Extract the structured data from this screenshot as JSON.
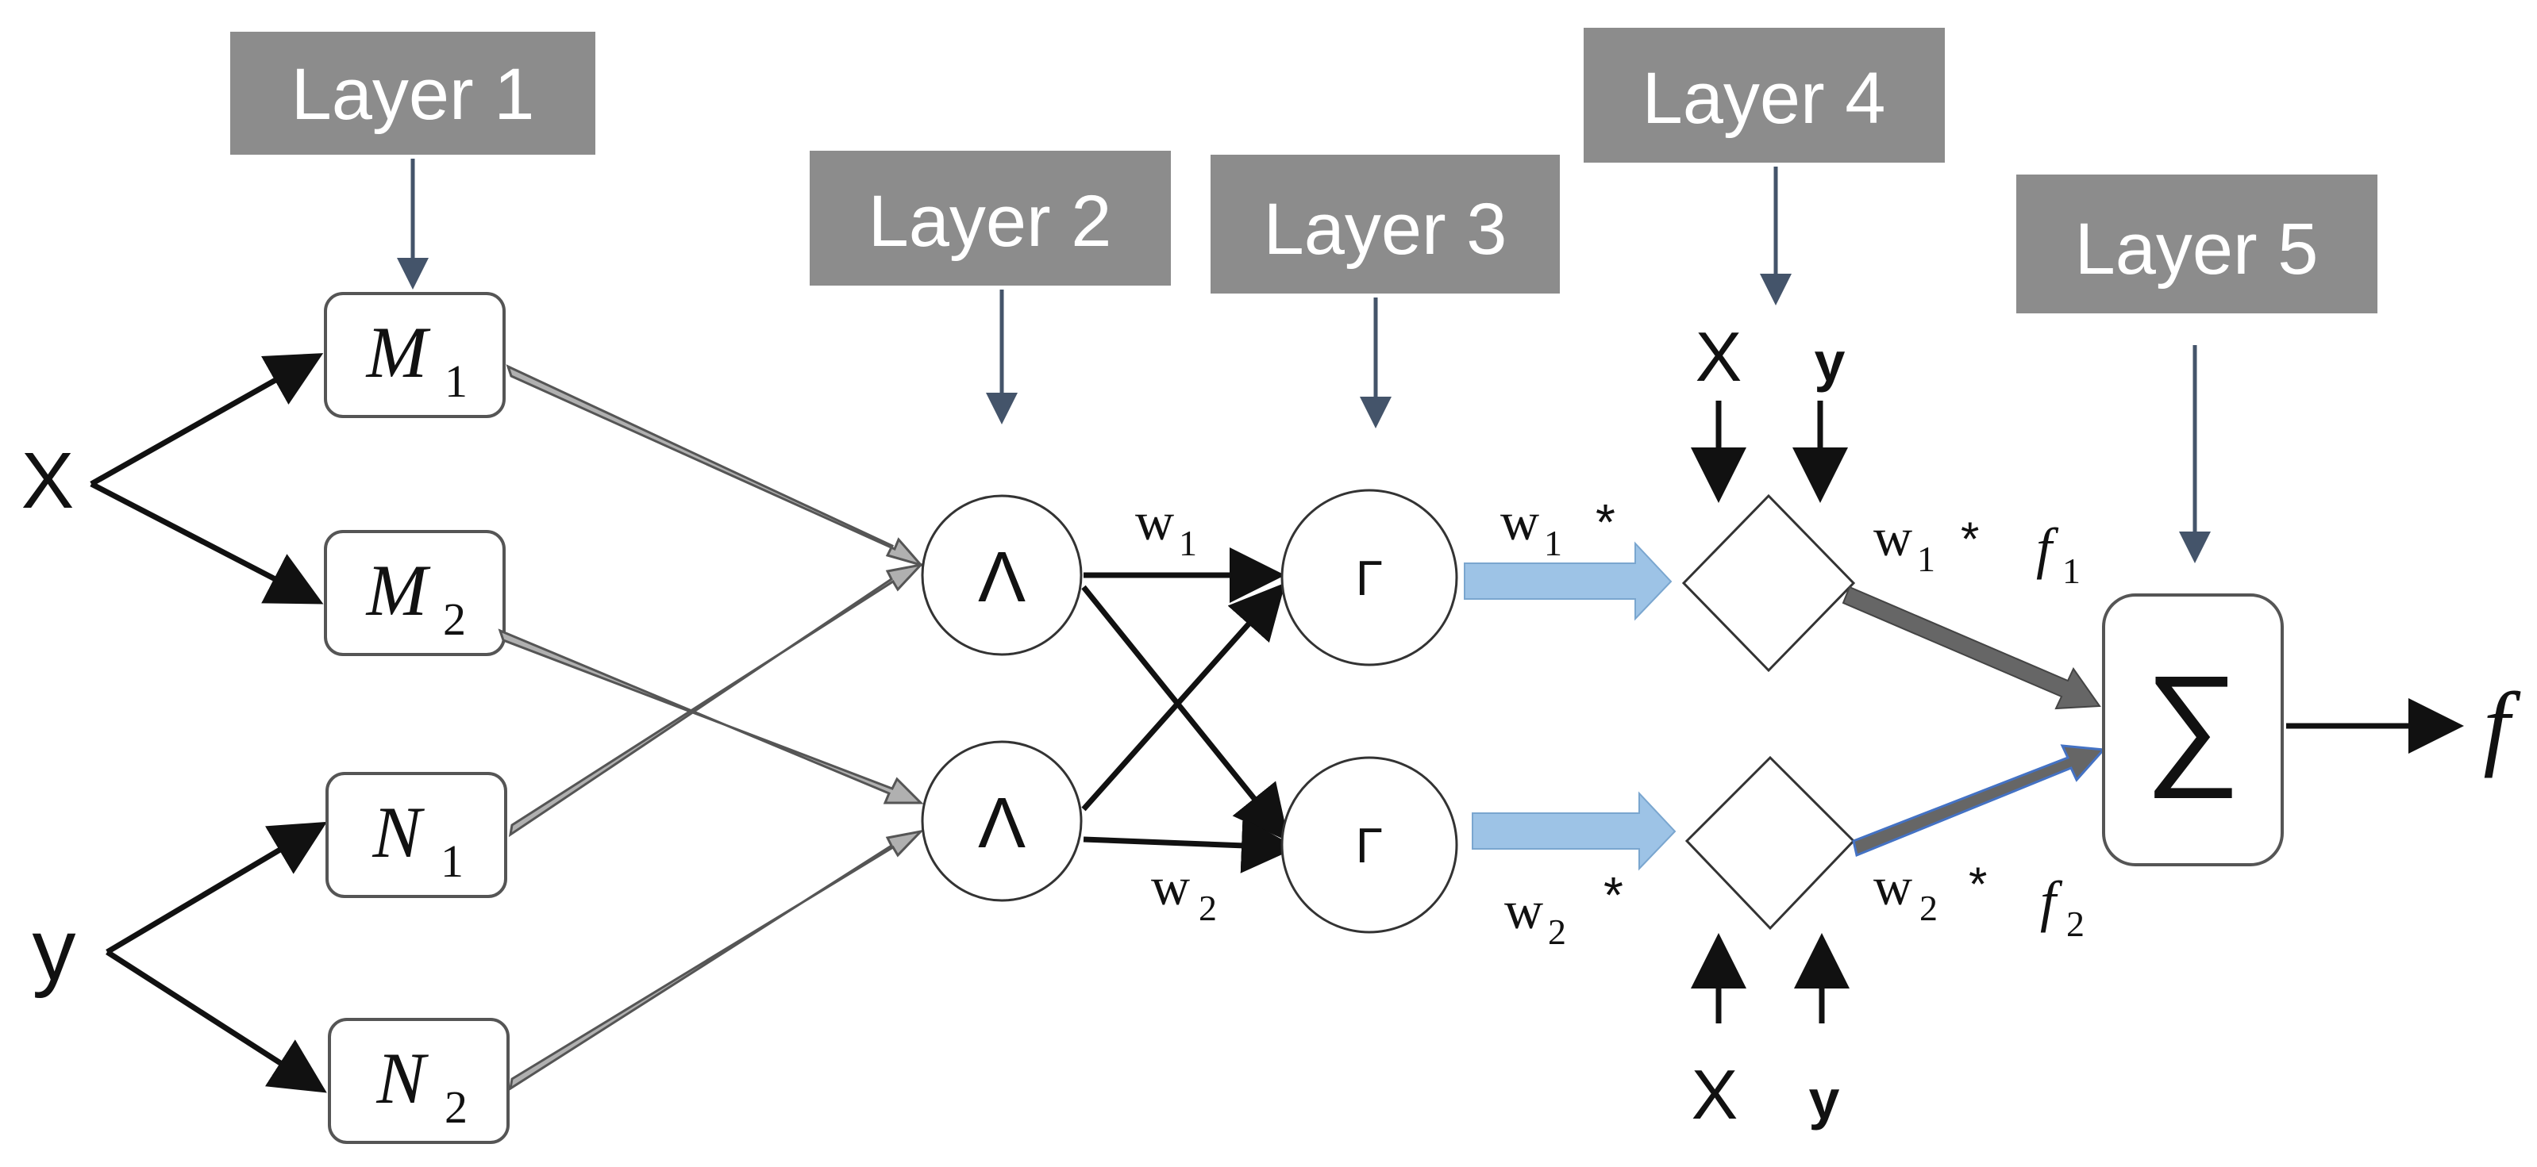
{
  "layers": [
    "Layer 1",
    "Layer 2",
    "Layer 3",
    "Layer 4",
    "Layer 5"
  ],
  "inputs": {
    "x": "X",
    "y": "y"
  },
  "membership": [
    {
      "base": "M",
      "sub": "1"
    },
    {
      "base": "M",
      "sub": "2"
    },
    {
      "base": "N",
      "sub": "1"
    },
    {
      "base": "N",
      "sub": "2"
    }
  ],
  "rule_nodes": [
    "Λ",
    "Λ"
  ],
  "norm_nodes": [
    "Γ",
    "Γ"
  ],
  "weights": [
    {
      "base": "w",
      "sub": "1"
    },
    {
      "base": "w",
      "sub": "2"
    }
  ],
  "weights_star": [
    {
      "base": "w",
      "sub": "1",
      "star": "*"
    },
    {
      "base": "w",
      "sub": "2",
      "star": "*"
    }
  ],
  "layer4_inputs": {
    "x_top": "X",
    "y_top": "y",
    "x_bottom": "X",
    "y_bottom": "y"
  },
  "functions": [
    {
      "base": "f",
      "sub": "1"
    },
    {
      "base": "f",
      "sub": "2"
    }
  ],
  "sum_symbol": "∑",
  "output": "f",
  "colors": {
    "layer_box": "#8c8c8c",
    "blue_arrow": "#9dc3e6",
    "gray_arrow": "#b0b0b0",
    "dark_arrow": "#666666"
  }
}
